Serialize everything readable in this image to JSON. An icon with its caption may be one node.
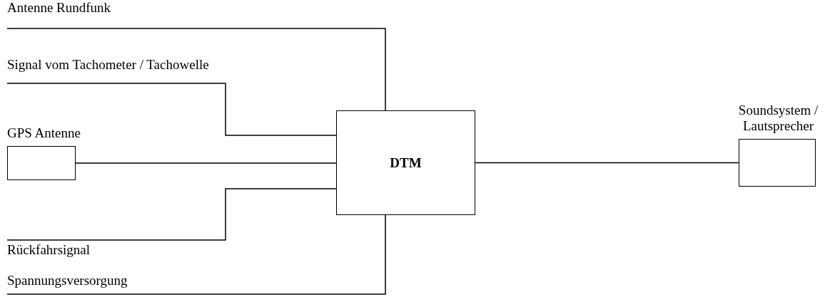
{
  "diagram": {
    "nodes": [
      {
        "text": [
          "Antenne Rundfunk"
        ]
      },
      {
        "text": [
          "Signal vom Tachometer / Tachowelle"
        ]
      },
      {
        "text": [
          "GPS Antenne"
        ]
      },
      {
        "text": [
          "DTM"
        ]
      },
      {
        "text": [
          "Rückfahrsignal"
        ]
      },
      {
        "text": [
          "Spannungsversorgung"
        ]
      },
      {
        "text": [
          "Soundsystem / Lautsprecher"
        ]
      }
    ],
    "edges": [
      {
        "from": 0,
        "to": 3,
        "arrow": "none"
      },
      {
        "from": 1,
        "to": 3,
        "arrow": "none"
      },
      {
        "from": 2,
        "to": 3,
        "arrow": "none"
      },
      {
        "from": 4,
        "to": 3,
        "arrow": "none"
      },
      {
        "from": 5,
        "to": 3,
        "arrow": "none"
      },
      {
        "from": 3,
        "to": 6,
        "arrow": "none"
      }
    ]
  }
}
